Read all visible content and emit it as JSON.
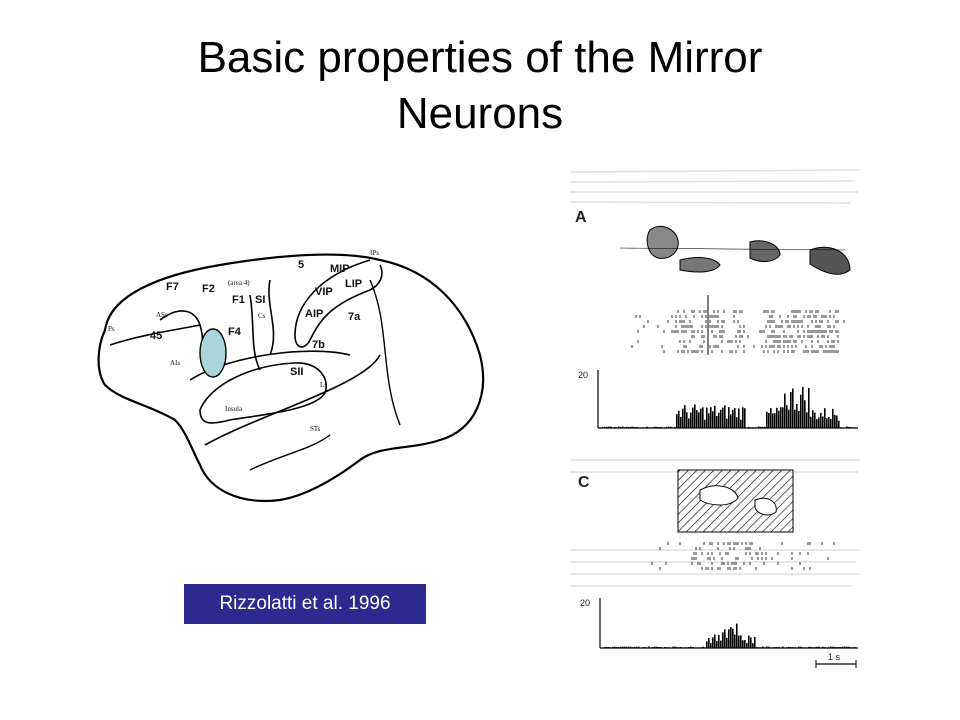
{
  "slide": {
    "title_line1": "Basic properties of the Mirror",
    "title_line2": "Neurons"
  },
  "citation": "Rizzolatti et al.  1996",
  "brain": {
    "labels": [
      "F7",
      "F2",
      "(area 4)",
      "F1",
      "SI",
      "5",
      "MIP",
      "IPs",
      "VIP",
      "LIP",
      "AIP",
      "7a",
      "F4",
      "45",
      "ASs",
      "Ps",
      "AIs",
      "Cs",
      "7b",
      "SII",
      "Ls",
      "Insula",
      "STs"
    ],
    "highlight_color": "#a9d6dc"
  },
  "figure": {
    "panel_a": "A",
    "panel_c": "C",
    "hist_max_a": "20",
    "hist_max_c": "20",
    "scale_bar": "1 s"
  }
}
